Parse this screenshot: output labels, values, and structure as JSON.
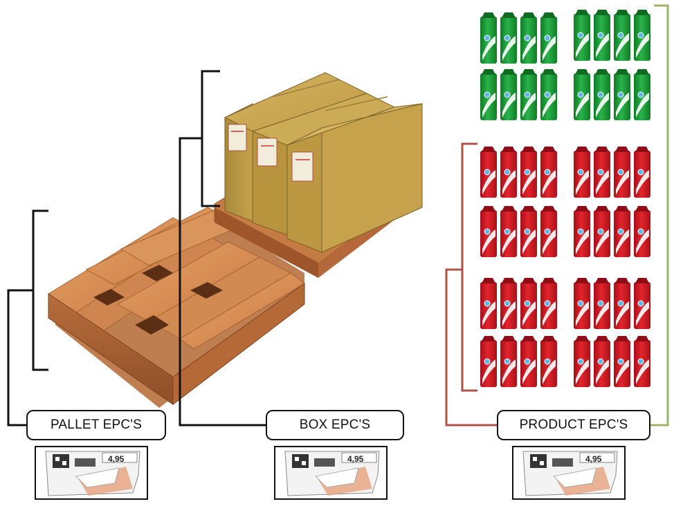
{
  "labels": {
    "pallet": "PALLET EPC'S",
    "box": "BOX EPC'S",
    "product": "PRODUCT EPC'S"
  },
  "tag": {
    "price": "4,95"
  },
  "colors": {
    "bracket": "#111111",
    "green_bracket": "#9bb467",
    "red_bracket": "#b0504a",
    "green_can": "#1e9a34",
    "red_can": "#d21c24",
    "wood": "#d8905a",
    "cardboard": "#c9a450"
  },
  "icons": [
    "pallet-image",
    "boxes-on-pallet-image",
    "green-can-icon",
    "red-can-icon",
    "rfid-tag-icon"
  ]
}
